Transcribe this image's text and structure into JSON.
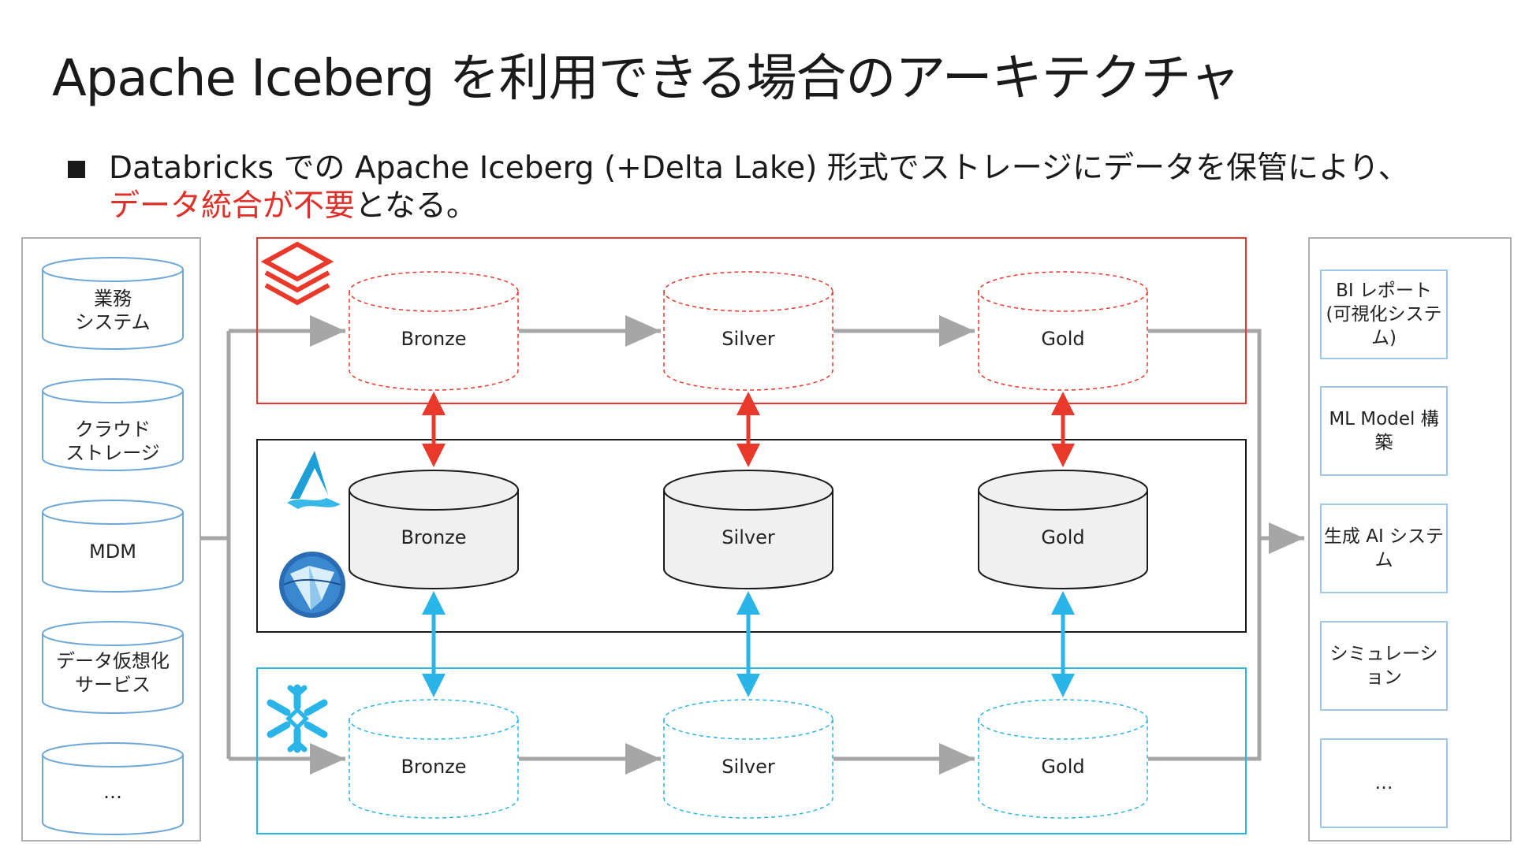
{
  "title": "Apache Iceberg を利用できる場合のアーキテクチャ",
  "bullet": {
    "line1": "Databricks での Apache Iceberg (+Delta Lake) 形式でストレージにデータを保管により、",
    "line2_red": "データ統合が不要",
    "line2_rest": "となる。"
  },
  "sources": [
    {
      "line1": "業務",
      "line2": "システム"
    },
    {
      "line1": "クラウド",
      "line2": "ストレージ"
    },
    {
      "line1": "MDM",
      "line2": ""
    },
    {
      "line1": "データ仮想化",
      "line2": "サービス"
    },
    {
      "line1": "…",
      "line2": ""
    }
  ],
  "layers": {
    "databricks": {
      "bronze": "Bronze",
      "silver": "Silver",
      "gold": "Gold"
    },
    "iceberg": {
      "bronze": "Bronze",
      "silver": "Silver",
      "gold": "Gold"
    },
    "snowflake": {
      "bronze": "Bronze",
      "silver": "Silver",
      "gold": "Gold"
    }
  },
  "outputs": [
    {
      "line1": "BI レポート",
      "line2": "(可視化システム)"
    },
    {
      "line1": "ML Model 構築",
      "line2": ""
    },
    {
      "line1": "生成 AI システム",
      "line2": ""
    },
    {
      "line1": "シミュレーション",
      "line2": ""
    },
    {
      "line1": "…",
      "line2": ""
    }
  ],
  "colors": {
    "databricks": "#e8392b",
    "snowflake": "#29b5e8",
    "iceberg_frame": "#1a1a1a",
    "flow_arrow": "#a6a6a6"
  },
  "icons": {
    "databricks": "databricks-logo-icon",
    "azure_data_lake": "azure-data-lake-icon",
    "iceberg": "apache-iceberg-icon",
    "snowflake": "snowflake-logo-icon"
  }
}
